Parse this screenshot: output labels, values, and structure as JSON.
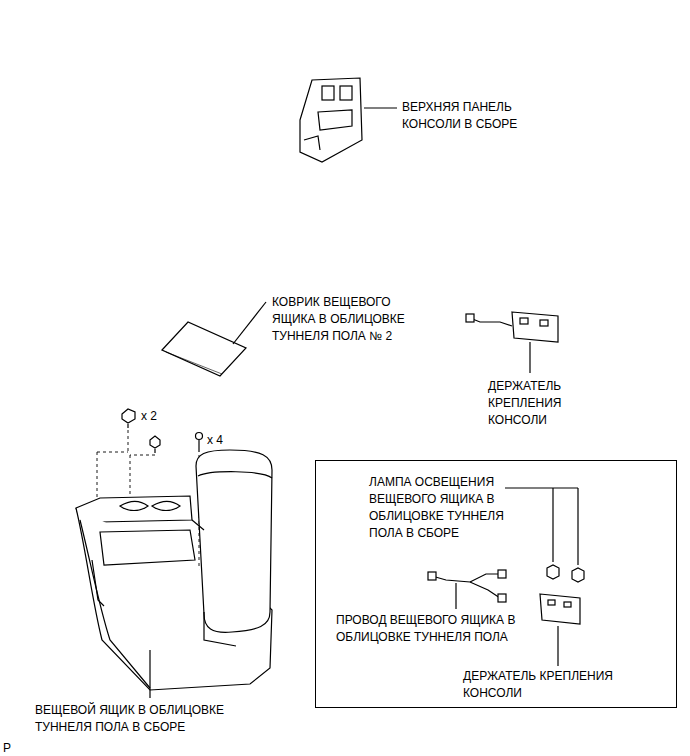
{
  "diagram": {
    "nodes": [
      {
        "text": [
          "ЛАМПА ОСВЕЩЕНИЯ ВЕЩЕВОГО ЯЩИКА В ОБЛИЦОВКЕ ТУННЕЛЯ ПОЛА В СБОРЕ",
          "ПРОВОД ВЕЩЕВОГО ЯЩИКА В ОБЛИЦОВКЕ ТУННЕЛЯ ПОЛА",
          "ДЕРЖАТЕЛЬ КРЕПЛЕНИЯ КОНСОЛИ"
        ]
      }
    ],
    "labels": [
      "ВЕРХНЯЯ ПАНЕЛЬ КОНСОЛИ В СБОРЕ",
      "КОВРИК ВЕЩЕВОГО ЯЩИКА В ОБЛИЦОВКЕ ТУННЕЛЯ ПОЛА № 2",
      "ДЕРЖАТЕЛЬ КРЕПЛЕНИЯ КОНСОЛИ",
      "x 2",
      "x 4",
      "ВЕЩЕВОЙ ЯЩИК В ОБЛИЦОВКЕ ТУННЕЛЯ ПОЛА В СБОРЕ",
      "P"
    ]
  }
}
